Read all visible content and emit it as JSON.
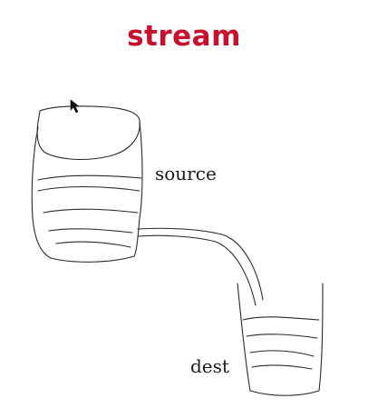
{
  "title": "stream",
  "colors": {
    "title": "#c8102e",
    "ink": "#2a2a2a"
  },
  "labels": {
    "source": "source",
    "dest": "dest"
  },
  "icons": {
    "cursor": "mouse-pointer-icon"
  }
}
